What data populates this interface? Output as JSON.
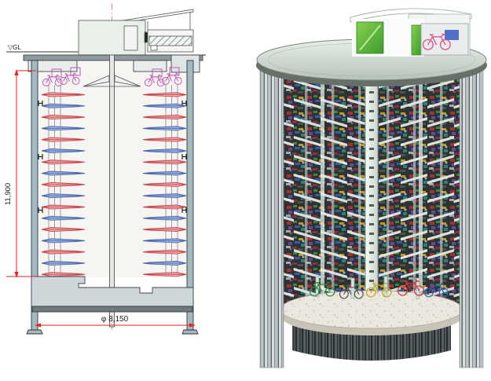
{
  "labels": {
    "gl_label": "▽GL",
    "height_dimension": "11,900",
    "diameter_dimension": "φ 8,150"
  },
  "colors": {
    "dimension_red": "#e8231f",
    "centerline_pink": "#dd8a8a",
    "bike_row_red_line": "#c43b44",
    "bike_row_red_fill": "#f3b6ba",
    "bike_row_blue_line": "#3f5fa8",
    "bike_row_blue_fill": "#aabde2",
    "top_bike_magenta": "#c055b5",
    "wall_steel": "#a3bac3",
    "building_fill": "#e9efe9",
    "top_disc_green": "#c7d4cb",
    "kiosk_door_green": "#57b93c",
    "kiosk_bike_pink": "#e0558a",
    "concrete": "#ebe8e0",
    "shaft_dark": "#2e3234"
  }
}
